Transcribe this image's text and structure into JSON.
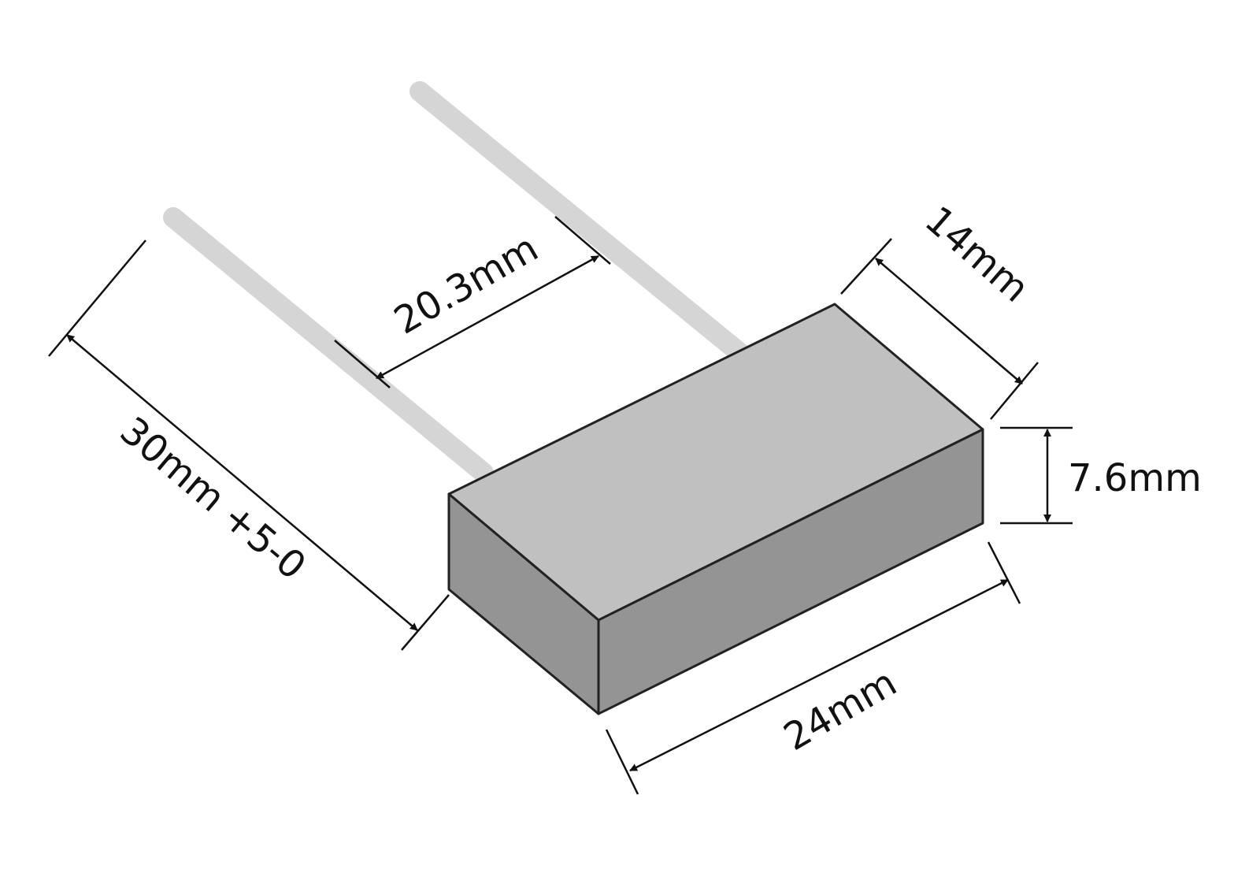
{
  "component": {
    "colors": {
      "lead": "#d5d5d5",
      "top_face": "#c0c0c0",
      "front_face": "#949494",
      "side_face": "#949494",
      "edge": "#222222",
      "dimension": "#111111"
    }
  },
  "dimensions": {
    "lead_length": "30mm +5-0",
    "lead_spacing": "20.3mm",
    "width": "14mm",
    "height": "7.6mm",
    "length": "24mm"
  }
}
